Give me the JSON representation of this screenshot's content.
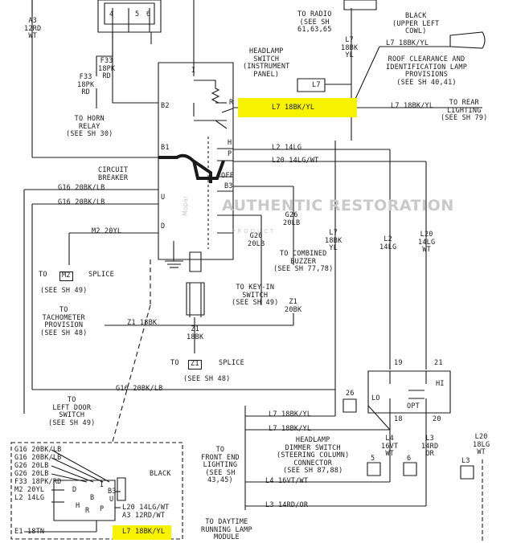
{
  "labels": {
    "a3_wire": "A3\n12RD\nWT",
    "f33_upper": "F33\n18PK\nRD",
    "f33_lower": "F33\n18PK\nRD",
    "to_horn_relay": "TO HORN\nRELAY\n(SEE SH 30)",
    "to_radio": "TO RADIO\n(SEE SH\n61,63,65",
    "l7_vertical_top": "L7\n18BK\nYL",
    "black_upper_left_cowl": "BLACK\n(UPPER LEFT\nCOWL)",
    "l7_cowl_wire": "L7 18BK/YL",
    "roof_clearance": "ROOF CLEARANCE AND\nIDENTIFICATION LAMP\nPROVISIONS\n(SEE SH 40,41)",
    "headlamp_switch": "HEADLAMP\nSWITCH\n(INSTRUMENT\nPANEL)",
    "l7_badge": "L7",
    "l7_main_highlight": "L7 18BK/YL",
    "l7_rear_wire": "L7 18BK/YL",
    "to_rear_lighting": "TO REAR\nLIGHTING\n(SEE SH 79)",
    "pin_r": "R",
    "pin_b2": "B2",
    "pin_b1": "B1",
    "pin_h": "H",
    "pin_p": "P",
    "pin_off": "OFF",
    "pin_b3": "B3",
    "pin_u": "U",
    "pin_d": "D",
    "pin_i": "I",
    "l2_wire": "L2 14LG",
    "l20_wire": "L20 14LG/WT",
    "circuit_breaker": "CIRCUIT\nBREAKER",
    "g16_upper": "G16 20BK/LB",
    "g16_middle": "G16 20BK/LB",
    "g26_right": "G26\n20LB",
    "m2_wire": "M2 20YL",
    "g26_vertical": "G26\n20LB",
    "to_combined_buzzer": "TO COMBINED\nBUZZER\n(SEE SH 77,78)",
    "l7_vertical_mid": "L7\n18BK\nYL",
    "l2_vertical": "L2\n14LG",
    "l20_vertical": "L20\n14LG\nWT",
    "to_m2_splice_to": "TO",
    "m2_badge": "M2",
    "m2_splice": "SPLICE",
    "see_sh_49_a": "(SEE SH 49)",
    "to_key_in_switch": "TO KEY-IN\nSWITCH\n(SEE SH 49)",
    "z1_right": "Z1\n20BK",
    "to_tachometer": "TO\nTACHOMETER\nPROVISION\n(SEE SH 48)",
    "z1_wire": "Z1 18BK",
    "z1_vertical": "Z1\n18BK",
    "to_z1_splice_to": "TO",
    "z1_badge": "Z1",
    "z1_splice": "SPLICE",
    "see_sh_48": "(SEE SH 48)",
    "g16_lower": "G16 20BK/LB",
    "to_left_door": "TO\nLEFT DOOR\nSWITCH\n(SEE SH 49)",
    "num_19": "19",
    "num_21": "21",
    "num_26": "26",
    "lo_label": "LO",
    "hi_label": "HI",
    "opt_label": "OPT",
    "num_18": "18",
    "num_20": "20",
    "l7_lower_a": "L7 18BK/YL",
    "l7_lower_b": "L7 18BK/YL",
    "dimmer_switch": "HEADLAMP\nDIMMER SWITCH\n(STEERING COLUMN)\nCONNECTOR\n(SEE SH 87,88)",
    "l4_vertical": "L4\n16VT\nWT",
    "l3_vertical": "L3\n14RD\nOR",
    "l20_lower": "L20\n18LG\nWT",
    "to_front_end": "TO\nFRONT END\nLIGHTING\n(SEE SH\n43,45)",
    "num_5": "5",
    "num_6": "6",
    "num_l3": "L3",
    "l4_wire": "L4 16VT/WT",
    "l3_wire": "L3 14RD/OR",
    "inset_list": "G16 20BK/LB\nG16 20BK/LB\nG26 20LB\nG26 20LB\nF33 18PK/RD\nM2 20YL\nL2 14LG",
    "inset_d": "D",
    "inset_h": "H",
    "inset_r": "R",
    "inset_b": "B",
    "inset_i": "I",
    "inset_p": "P",
    "inset_b3": "B3",
    "inset_u": "U",
    "inset_black": "BLACK",
    "inset_l20": "L20 14LG/WT",
    "inset_a3": "A3 12RD/WT",
    "inset_l7": "L7 18BK/YL",
    "inset_e1": "E1 18TN",
    "to_daytime": "TO DAYTIME\nRUNNING LAMP\nMODULE",
    "conn_4": "4",
    "conn_5": "5",
    "conn_6": "6",
    "watermark": "AUTHENTIC\nRESTORATION",
    "watermark_mopar": "Mopar",
    "watermark_product": "PRODUCT"
  },
  "colors": {
    "line": "#1a1a1a",
    "highlight": "#f7f200",
    "watermark": "#c9c9c9"
  }
}
